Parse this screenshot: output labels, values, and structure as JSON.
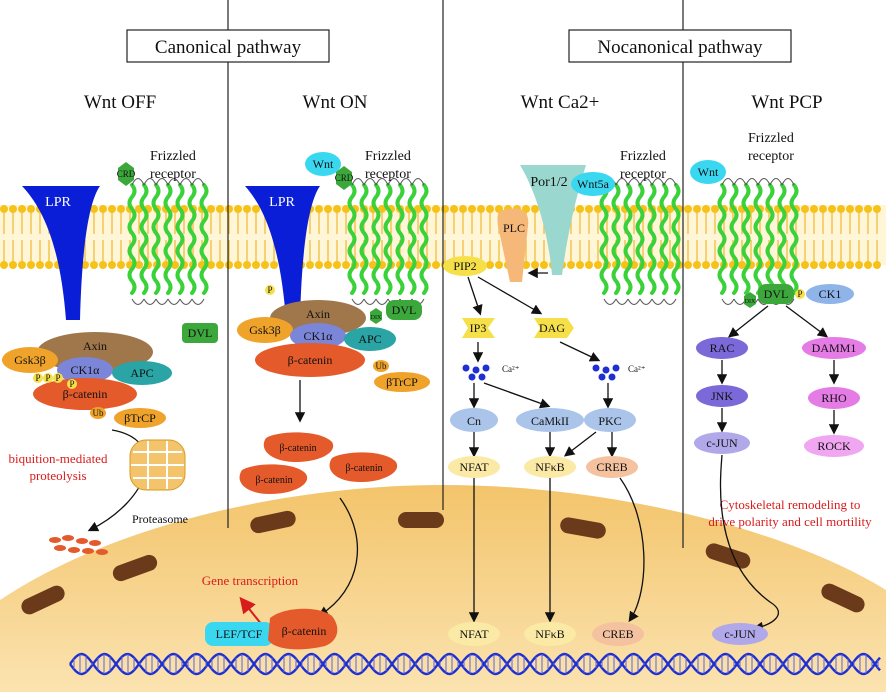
{
  "sections": {
    "canonical": "Canonical pathway",
    "noncanonical": "Nocanonical pathway"
  },
  "panels": {
    "wnt_off": "Wnt OFF",
    "wnt_on": "Wnt ON",
    "wnt_ca": "Wnt Ca2+",
    "wnt_pcp": "Wnt PCP"
  },
  "labels": {
    "frizzled_receptor": "Frizzled\nreceptor",
    "lpr": "LPR",
    "crd": "CRD",
    "dvl": "DVL",
    "axin": "Axin",
    "gsk3b": "Gsk3β",
    "ck1a": "CK1α",
    "apc": "APC",
    "beta_catenin": "β-catenin",
    "btrcp": "βTrCP",
    "ub": "Ub",
    "p": "P",
    "dix": "DIX",
    "proteasome": "Proteasome",
    "ubiquitin_note": "biquition-mediated\nproteolysis",
    "wnt": "Wnt",
    "gene_transcription": "Gene transcription",
    "lef_tcf": "LEF/TCF",
    "por": "Por1/2",
    "wnt5a": "Wnt5a",
    "plc": "PLC",
    "pip2": "PIP2",
    "ip3": "IP3",
    "dag": "DAG",
    "ca": "Ca²⁺",
    "cn": "Cn",
    "camk": "CaMkII",
    "pkc": "PKC",
    "nfat": "NFAT",
    "nfkb": "NFκB",
    "creb": "CREB",
    "ck1": "CK1",
    "rac": "RAC",
    "damm1": "DAMM1",
    "jnk": "JNK",
    "rho": "RHO",
    "cjun": "c-JUN",
    "rock": "ROCK",
    "cyto_note": "Cytoskeletal remodeling to\ndrive polarity and cell mortility"
  },
  "colors": {
    "lpr": "#0a1ed8",
    "frizzled": "#3ad13a",
    "membrane_head": "#f6c21a",
    "beta_catenin": "#e55a2b",
    "axin": "#a0764b",
    "ck1a": "#7b86d9",
    "apc": "#2aa4a4",
    "gsk3b": "#f0a32b",
    "dvl": "#3ca83c",
    "wnt": "#3ad8f0",
    "red_text": "#d81c1c",
    "nucleus": "#f6d28a",
    "dna": "#1f2fd0"
  }
}
